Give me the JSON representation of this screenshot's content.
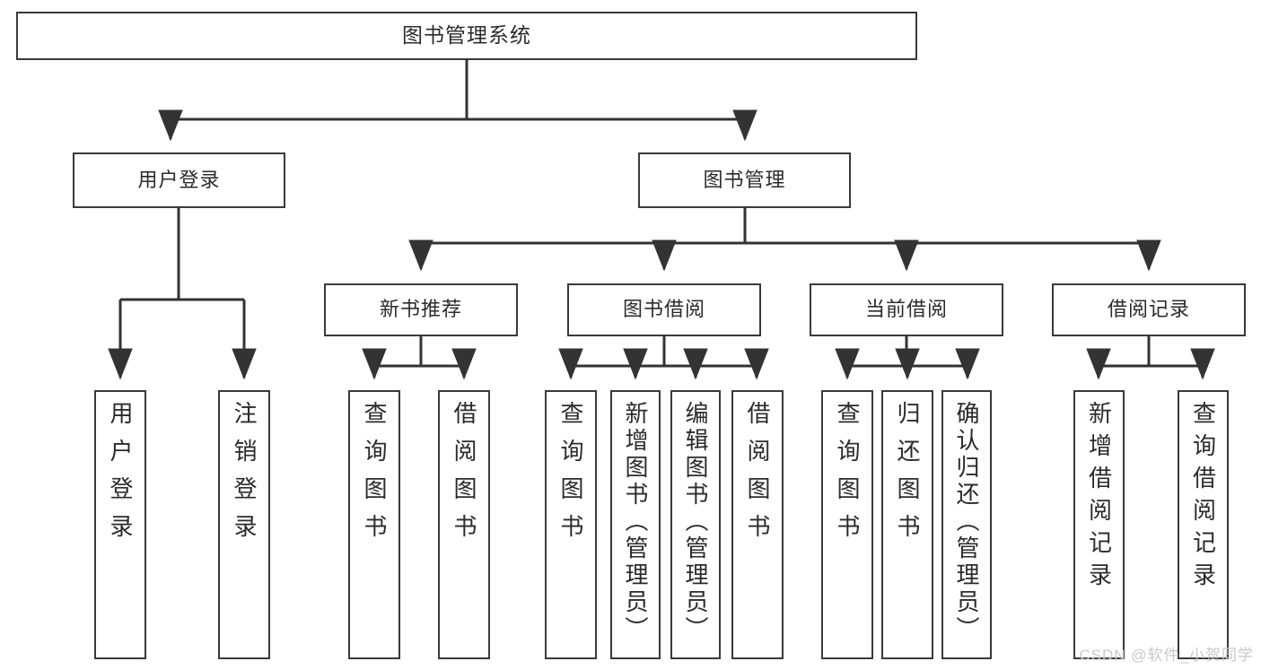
{
  "diagram": {
    "type": "tree-hierarchy",
    "title": "图书管理系统",
    "orientation": "top-down",
    "colors": {
      "box_border": "#3a3a3a",
      "box_fill": "#ffffff",
      "connector": "#333333",
      "text": "#2b2b2b",
      "watermark": "#c9c9c9",
      "background": "#ffffff"
    },
    "levels": {
      "root": {
        "label": "图书管理系统"
      },
      "level2": [
        {
          "id": "user-login",
          "label": "用户登录"
        },
        {
          "id": "book-manage",
          "label": "图书管理"
        }
      ],
      "level3": [
        {
          "id": "new-book-recommend",
          "label": "新书推荐",
          "parent": "book-manage"
        },
        {
          "id": "book-borrow",
          "label": "图书借阅",
          "parent": "book-manage"
        },
        {
          "id": "current-borrow",
          "label": "当前借阅",
          "parent": "book-manage"
        },
        {
          "id": "borrow-record",
          "label": "借阅记录",
          "parent": "book-manage"
        }
      ],
      "leaves": [
        {
          "id": "leaf-user-login",
          "label": "用户登录",
          "parent": "user-login"
        },
        {
          "id": "leaf-user-logout",
          "label": "注销登录",
          "parent": "user-login"
        },
        {
          "id": "leaf-query-book-1",
          "label": "查询图书",
          "parent": "new-book-recommend"
        },
        {
          "id": "leaf-borrow-book-1",
          "label": "借阅图书",
          "parent": "new-book-recommend"
        },
        {
          "id": "leaf-query-book-2",
          "label": "查询图书",
          "parent": "book-borrow"
        },
        {
          "id": "leaf-add-book",
          "label": "新增图书（管理员）",
          "parent": "book-borrow"
        },
        {
          "id": "leaf-edit-book",
          "label": "编辑图书（管理员）",
          "parent": "book-borrow"
        },
        {
          "id": "leaf-borrow-book-2",
          "label": "借阅图书",
          "parent": "book-borrow"
        },
        {
          "id": "leaf-query-book-3",
          "label": "查询图书",
          "parent": "current-borrow"
        },
        {
          "id": "leaf-return-book",
          "label": "归还图书",
          "parent": "current-borrow"
        },
        {
          "id": "leaf-confirm-return",
          "label": "确认归还（管理员）",
          "parent": "current-borrow"
        },
        {
          "id": "leaf-add-record",
          "label": "新增借阅记录",
          "parent": "borrow-record"
        },
        {
          "id": "leaf-query-record",
          "label": "查询借阅记录",
          "parent": "borrow-record"
        }
      ]
    }
  },
  "watermark": {
    "text": "CSDN @软件_小贺同学"
  }
}
